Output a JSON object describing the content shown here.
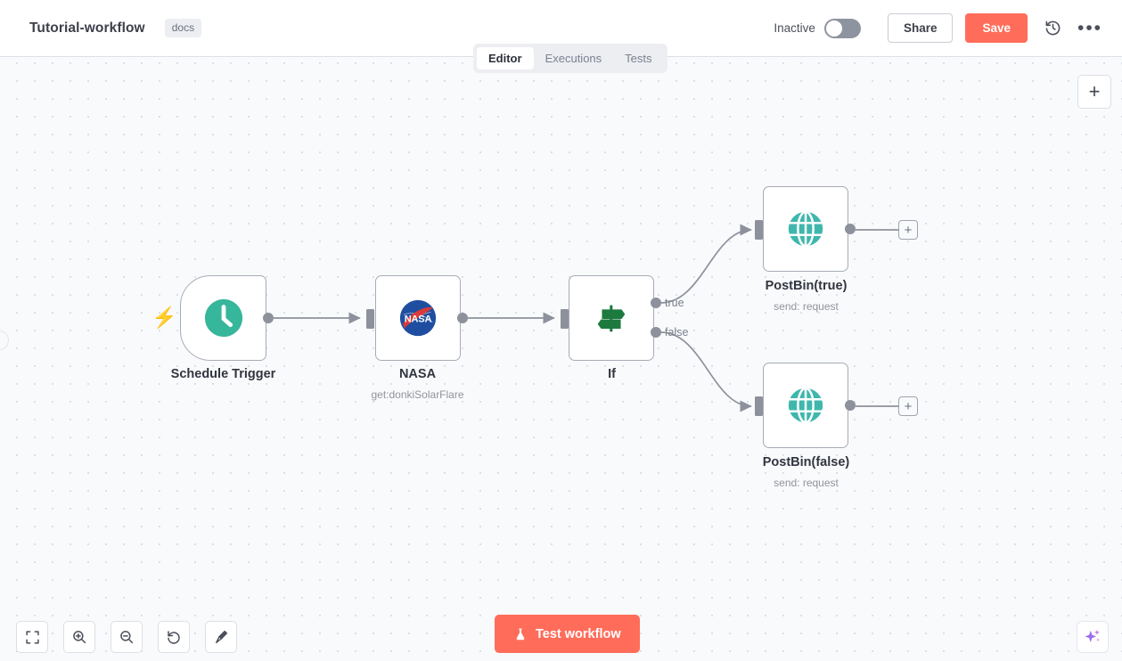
{
  "header": {
    "workflow_title": "Tutorial-workflow",
    "tag": "docs",
    "activation_label": "Inactive",
    "share_label": "Share",
    "save_label": "Save",
    "history_icon": "history-icon",
    "more_icon": "ellipsis-icon",
    "accent_color": "#ff6d5a"
  },
  "tabs": [
    {
      "label": "Editor",
      "active": true
    },
    {
      "label": "Executions",
      "active": false
    },
    {
      "label": "Tests",
      "active": false
    }
  ],
  "canvas": {
    "add_node_button": "+",
    "nodes": [
      {
        "name": "Schedule Trigger",
        "subtitle": "",
        "icon": "clock-icon",
        "icon_color": "#36b69a",
        "type": "trigger"
      },
      {
        "name": "NASA",
        "subtitle": "get:donkiSolarFlare",
        "icon": "nasa-logo-icon",
        "icon_color": "#1f4ea1",
        "type": "action"
      },
      {
        "name": "If",
        "subtitle": "",
        "icon": "signpost-icon",
        "icon_color": "#1c7a3e",
        "type": "conditional",
        "outputs": [
          "true",
          "false"
        ]
      },
      {
        "name": "PostBin(true)",
        "subtitle": "send: request",
        "icon": "globe-icon",
        "icon_color": "#3fb7ad",
        "type": "action"
      },
      {
        "name": "PostBin(false)",
        "subtitle": "send: request",
        "icon": "globe-icon",
        "icon_color": "#3fb7ad",
        "type": "action"
      }
    ]
  },
  "controls": {
    "buttons": [
      {
        "icon": "fit-to-view-icon",
        "name": "zoom-to-fit"
      },
      {
        "icon": "zoom-in-icon",
        "name": "zoom-in"
      },
      {
        "icon": "zoom-out-icon",
        "name": "zoom-out"
      },
      {
        "icon": "reset-zoom-icon",
        "name": "reset-zoom"
      },
      {
        "icon": "tidy-up-icon",
        "name": "tidy-up"
      }
    ],
    "test_workflow_label": "Test workflow",
    "test_workflow_icon": "flask-icon",
    "ai_assistant_icon": "sparkle-icon"
  }
}
